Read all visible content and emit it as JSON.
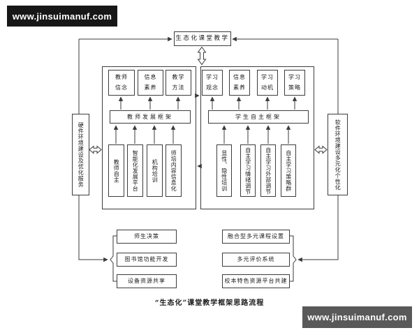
{
  "watermark_top": "www.jinsuimanuf.com",
  "watermark_bottom": "www.jinsuimanuf.com",
  "title_box": "生态化课堂教学",
  "caption": "“生态化”课堂教学框架思路流程",
  "left_side_box": "硬件环境建设及优化服务",
  "right_side_box": "软件环境建设多元化个性化",
  "teacher_frame": {
    "top_boxes": [
      "教师信念",
      "信息素养",
      "教学方法"
    ],
    "bar": "教师发展框架",
    "bottom_boxes": [
      "教师自主",
      "智能化发展平台",
      "机构培训",
      "师培内容信息化"
    ]
  },
  "student_frame": {
    "top_boxes": [
      "学习观念",
      "信息素养",
      "学习动机",
      "学习策略"
    ],
    "bar": "学生自主框架",
    "bottom_boxes": [
      "显性、隐性培训",
      "自主学习情绪调节",
      "自主学习外部调节",
      "自主学习策略群"
    ]
  },
  "bottom_left_boxes": [
    "师生决策",
    "图书馆功能开发",
    "设备资源共享"
  ],
  "bottom_right_boxes": [
    "融合型多元课程设置",
    "多元评价系统",
    "校本特色资源平台共建"
  ],
  "colors": {
    "line": "#3a3a3a",
    "watermark_top_bg": "#171717",
    "watermark_bottom_bg": "#595959",
    "background": "#ffffff"
  }
}
